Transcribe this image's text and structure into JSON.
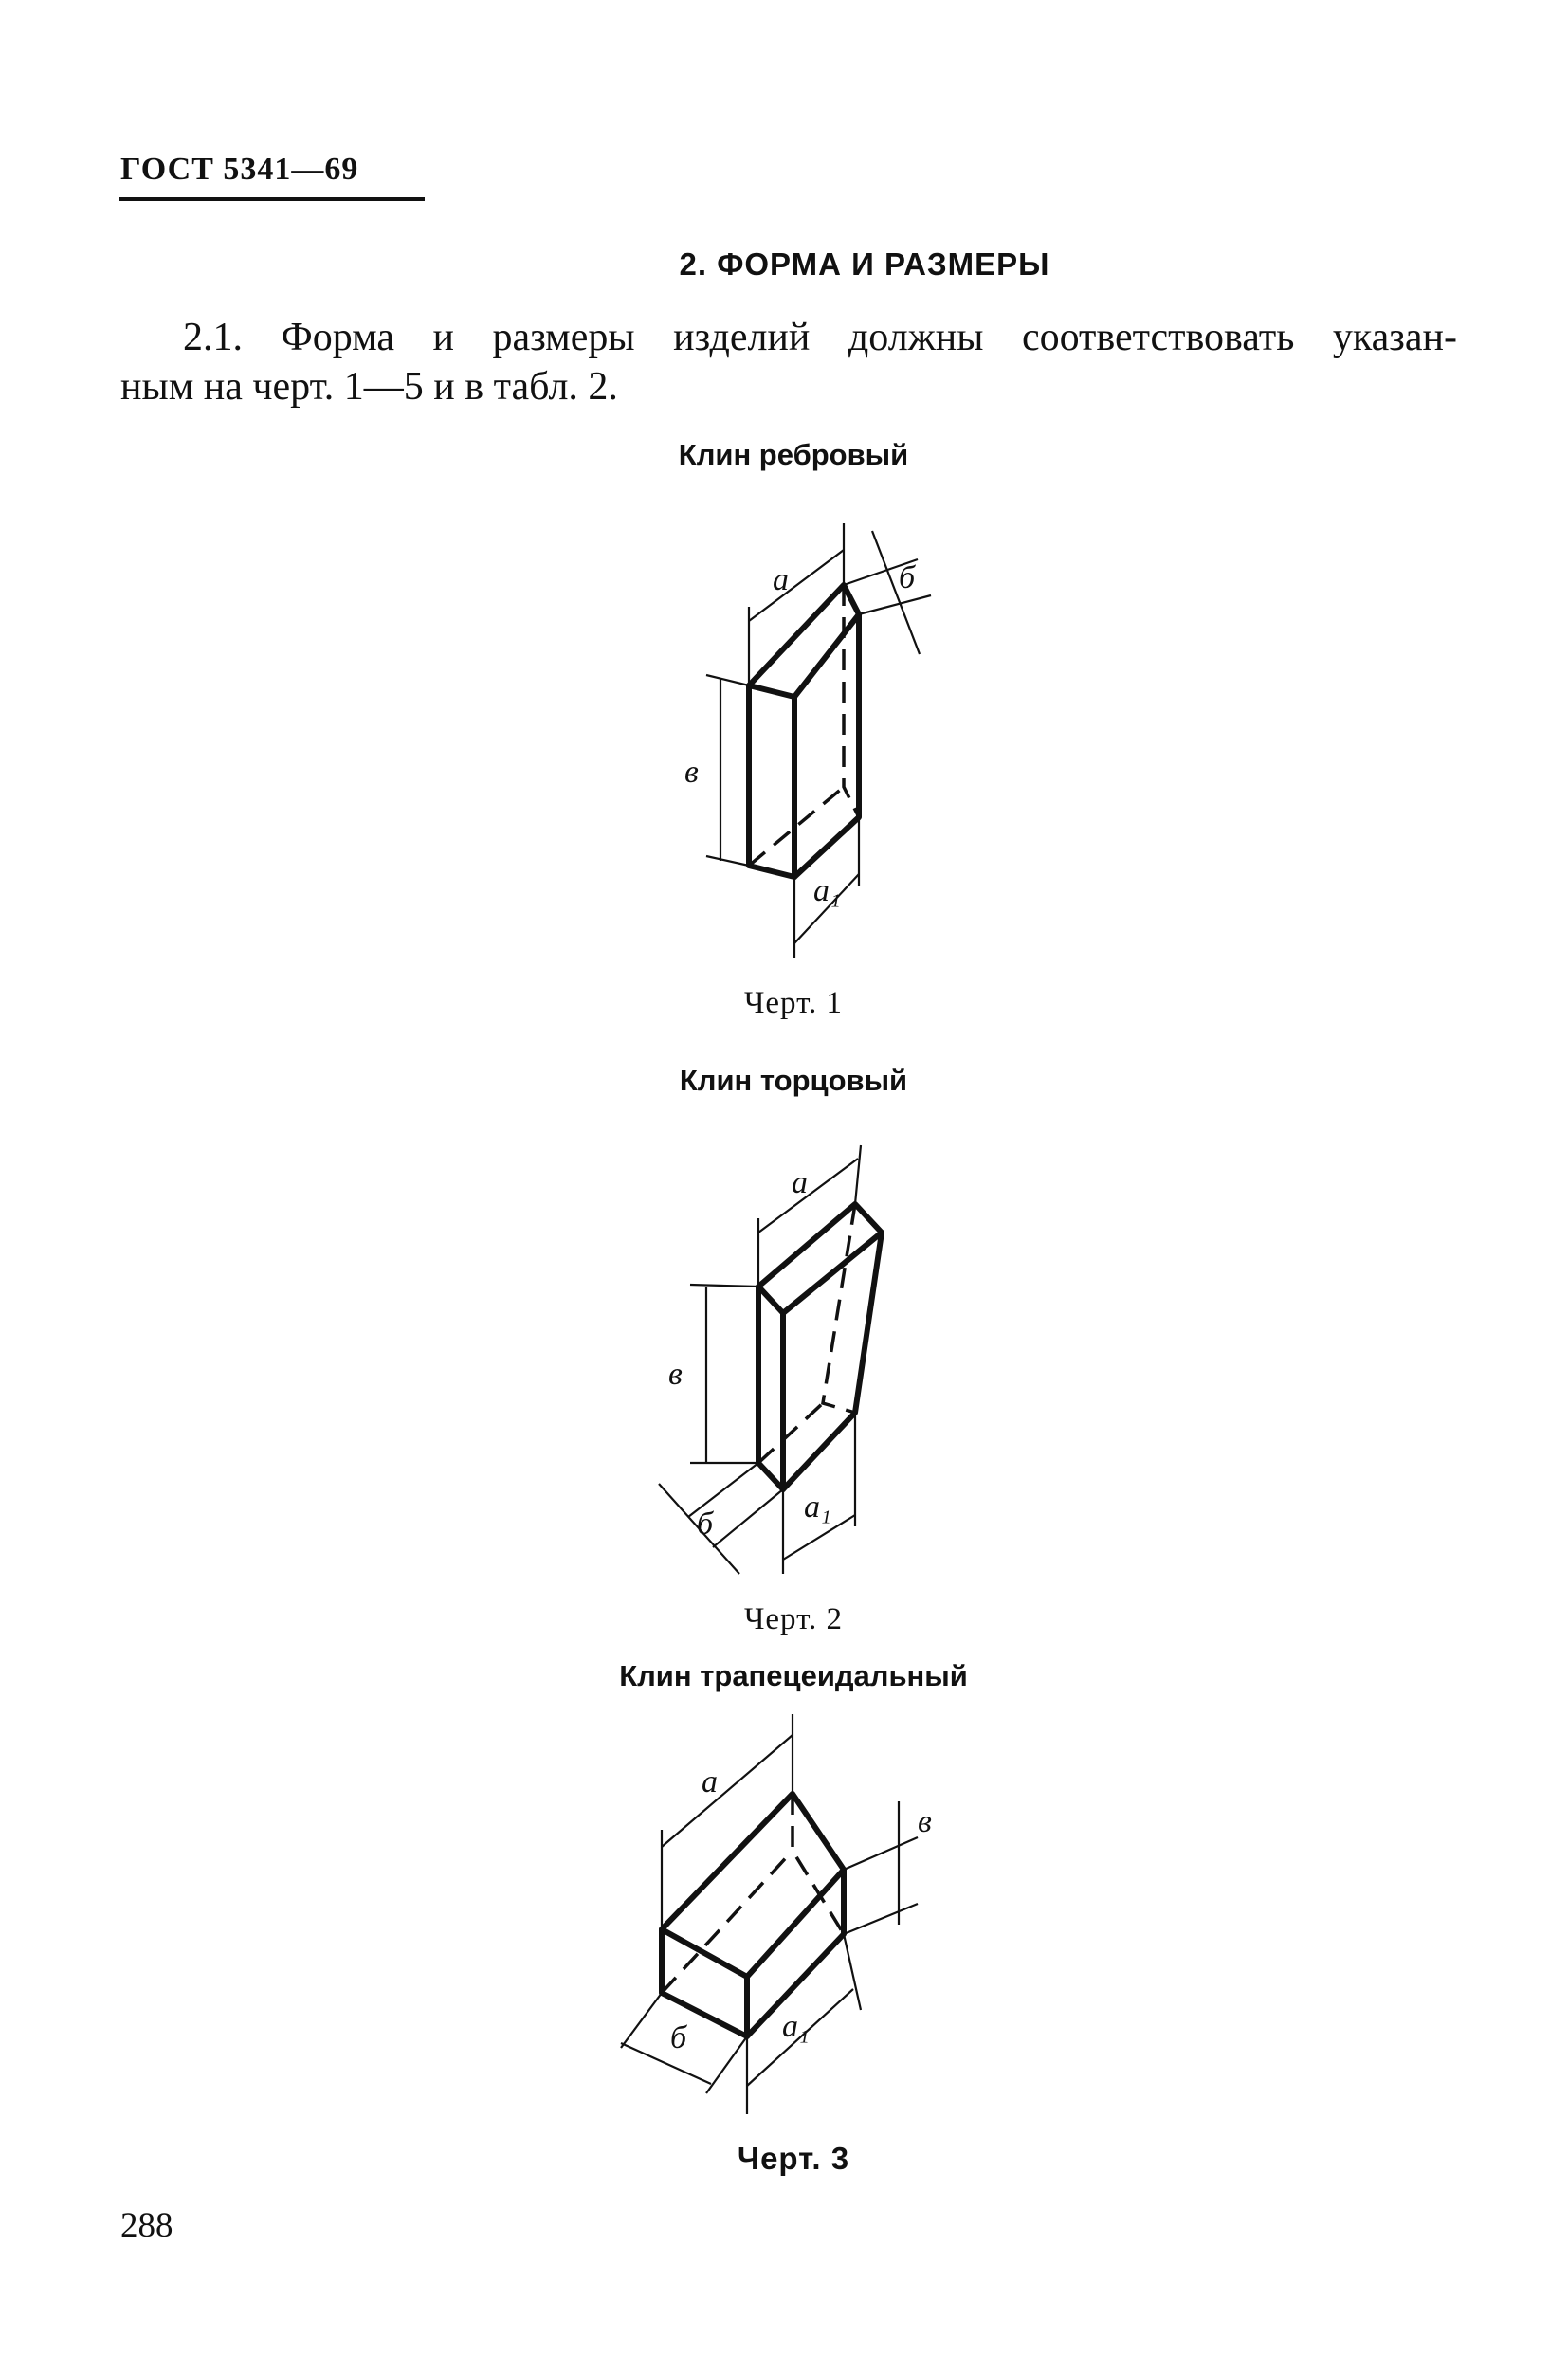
{
  "header": {
    "doc_code": "ГОСТ 5341—69"
  },
  "section": {
    "title": "2. ФОРМА И РАЗМЕРЫ"
  },
  "paragraph": {
    "line1": "2.1. Форма и размеры изделий должны соответствовать указан-",
    "line2": "ным на черт. 1—5 и в табл. 2."
  },
  "figures": [
    {
      "title": "Клин ребровый",
      "caption": "Черт. 1",
      "labels": {
        "a": "a",
        "b": "б",
        "v": "в",
        "a1": "a₁"
      }
    },
    {
      "title": "Клин торцовый",
      "caption": "Черт. 2",
      "labels": {
        "a": "a",
        "b": "б",
        "v": "в",
        "a1": "a₁"
      }
    },
    {
      "title": "Клин трапецеидальный",
      "caption": "Черт. 3",
      "labels": {
        "a": "a",
        "b": "б",
        "v": "в",
        "a1": "a₁"
      }
    }
  ],
  "footer": {
    "page_number": "288"
  }
}
